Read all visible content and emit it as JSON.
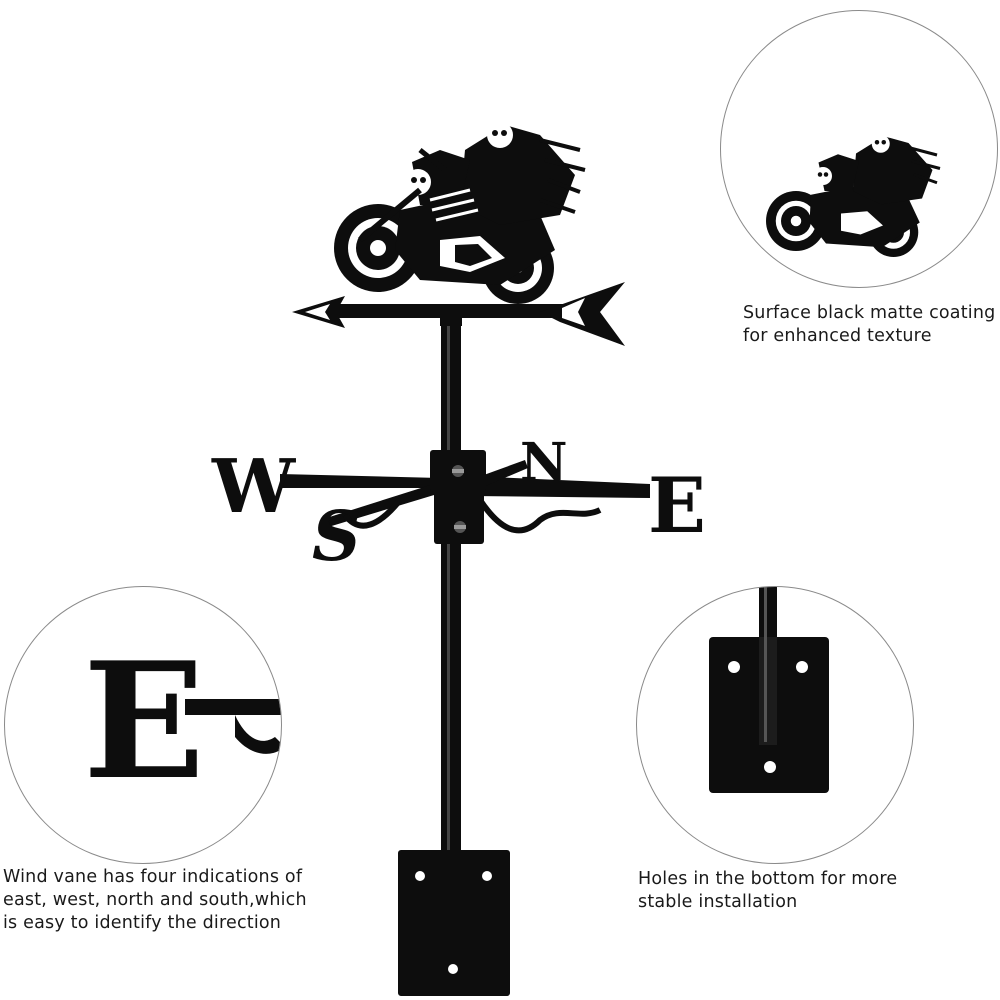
{
  "colors": {
    "metal": "#0d0d0d",
    "highlight": "#ffffff",
    "circle_border": "#8a8a8a"
  },
  "vane": {
    "letters": {
      "west": "W",
      "east": "E",
      "north": "N",
      "south": "S"
    }
  },
  "detail_e": {
    "letter": "E"
  },
  "callouts": {
    "coating": "Surface black matte coating\n for enhanced texture",
    "directions": "Wind vane has four indications of\neast, west, north and south,which\nis easy to identify the direction",
    "holes": "Holes in the bottom for more\n stable installation"
  }
}
